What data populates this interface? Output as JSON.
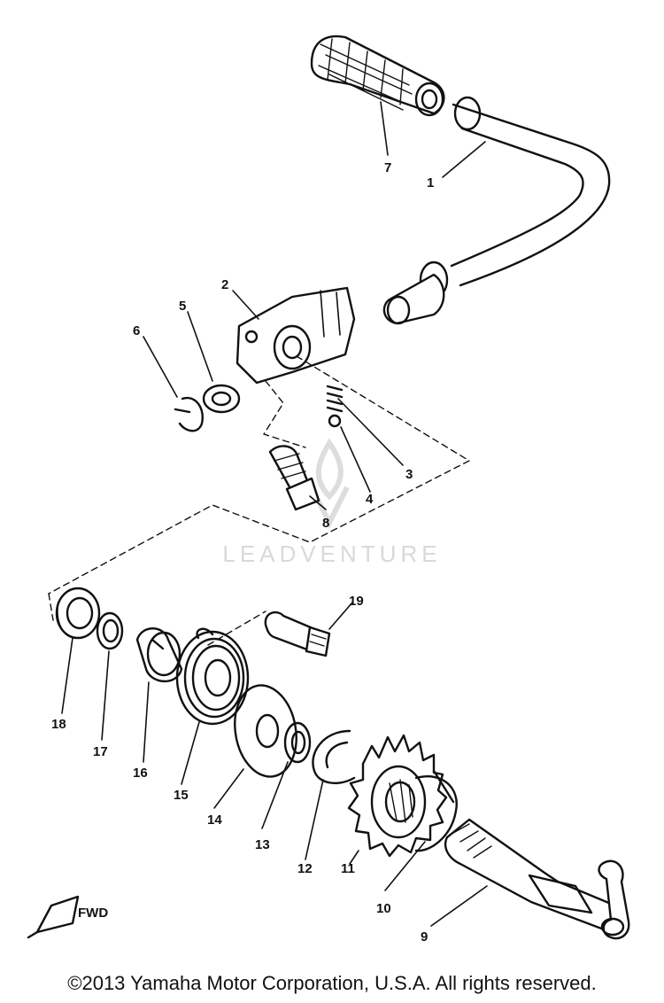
{
  "diagram": {
    "callouts": [
      {
        "id": "1",
        "label": "1"
      },
      {
        "id": "2",
        "label": "2"
      },
      {
        "id": "3",
        "label": "3"
      },
      {
        "id": "4",
        "label": "4"
      },
      {
        "id": "5",
        "label": "5"
      },
      {
        "id": "6",
        "label": "6"
      },
      {
        "id": "7",
        "label": "7"
      },
      {
        "id": "8",
        "label": "8"
      },
      {
        "id": "9",
        "label": "9"
      },
      {
        "id": "10",
        "label": "10"
      },
      {
        "id": "11",
        "label": "11"
      },
      {
        "id": "12",
        "label": "12"
      },
      {
        "id": "13",
        "label": "13"
      },
      {
        "id": "14",
        "label": "14"
      },
      {
        "id": "15",
        "label": "15"
      },
      {
        "id": "16",
        "label": "16"
      },
      {
        "id": "17",
        "label": "17"
      },
      {
        "id": "18",
        "label": "18"
      },
      {
        "id": "19",
        "label": "19"
      }
    ],
    "fwd_icon": {
      "label": "FWD"
    },
    "watermark": {
      "text": "LEADVENTURE"
    }
  },
  "footer": {
    "copyright": "©2013 Yamaha Motor Corporation, U.S.A. All rights reserved."
  },
  "colors": {
    "ink": "#111111",
    "watermark": "#d9d9d9",
    "background": "#ffffff"
  }
}
